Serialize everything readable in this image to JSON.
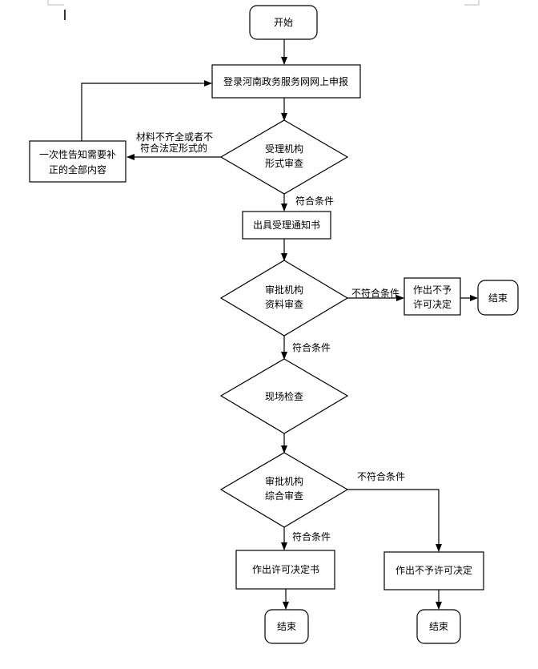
{
  "nodes": {
    "start": "开始",
    "login": "登录河南政务服务网网上申报",
    "notify_line1": "一次性告知需要补",
    "notify_line2": "正的全部内容",
    "form_review_line1": "受理机构",
    "form_review_line2": "形式审查",
    "accept_notice": "出具受理通知书",
    "material_review_line1": "审批机构",
    "material_review_line2": "资料审查",
    "deny_decision_1_line1": "作出不予",
    "deny_decision_1_line2": "许可决定",
    "end_1": "结束",
    "site_inspection": "现场检查",
    "overall_review_line1": "审批机构",
    "overall_review_line2": "综合审查",
    "approve_decision": "作出许可决定书",
    "deny_decision_2": "作出不予许可决定",
    "end_2": "结束",
    "end_3": "结束"
  },
  "edges": {
    "incomplete_line1": "材料不齐全或者不",
    "incomplete_line2": "符合法定形式的",
    "meets_1": "符合条件",
    "not_meets_1": "不符合条件",
    "meets_2": "符合条件",
    "not_meets_2": "不符合条件",
    "meets_3": "符合条件"
  }
}
